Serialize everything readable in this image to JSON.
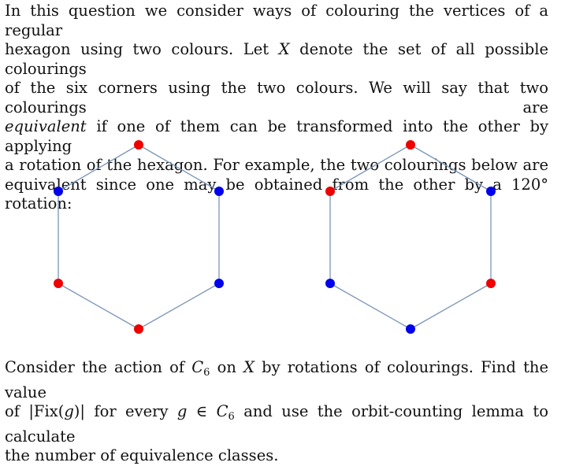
{
  "intro": {
    "l1": "In this question we consider ways of colouring the vertices of a regular",
    "l2a": "hexagon using two colours. Let ",
    "l2x": "X",
    "l2b": " denote the set of all possible colourings",
    "l3": "of the six corners using the two colours. We will say that two colourings are",
    "l4a": "equivalent",
    "l4b": " if one of them can be transformed into the other by applying",
    "l5": "a rotation of the hexagon. For example, the two colourings below are",
    "l6": "equivalent since one may be obtained from the other by a 120° rotation:"
  },
  "hexagons": [
    {
      "vertex_colors": [
        "red",
        "blue",
        "blue",
        "red",
        "red",
        "blue"
      ]
    },
    {
      "vertex_colors": [
        "red",
        "blue",
        "red",
        "blue",
        "blue",
        "red"
      ]
    }
  ],
  "colors": {
    "red": "#ee0000",
    "blue": "#0000ee",
    "edge": "#7b95b8"
  },
  "question": {
    "l1a": "Consider the action of ",
    "l1c": "C",
    "l1sub": "6",
    "l1b": " on ",
    "l1x": "X",
    "l1d": " by rotations of colourings. Find the value",
    "l2a": "of |Fix(",
    "l2g": "g",
    "l2b": ")| for every ",
    "l2g2": "g",
    "l2in": " ∈ ",
    "l2c": "C",
    "l2sub": "6",
    "l2d": " and use the orbit-counting lemma to calculate",
    "l3": "the number of equivalence classes."
  }
}
